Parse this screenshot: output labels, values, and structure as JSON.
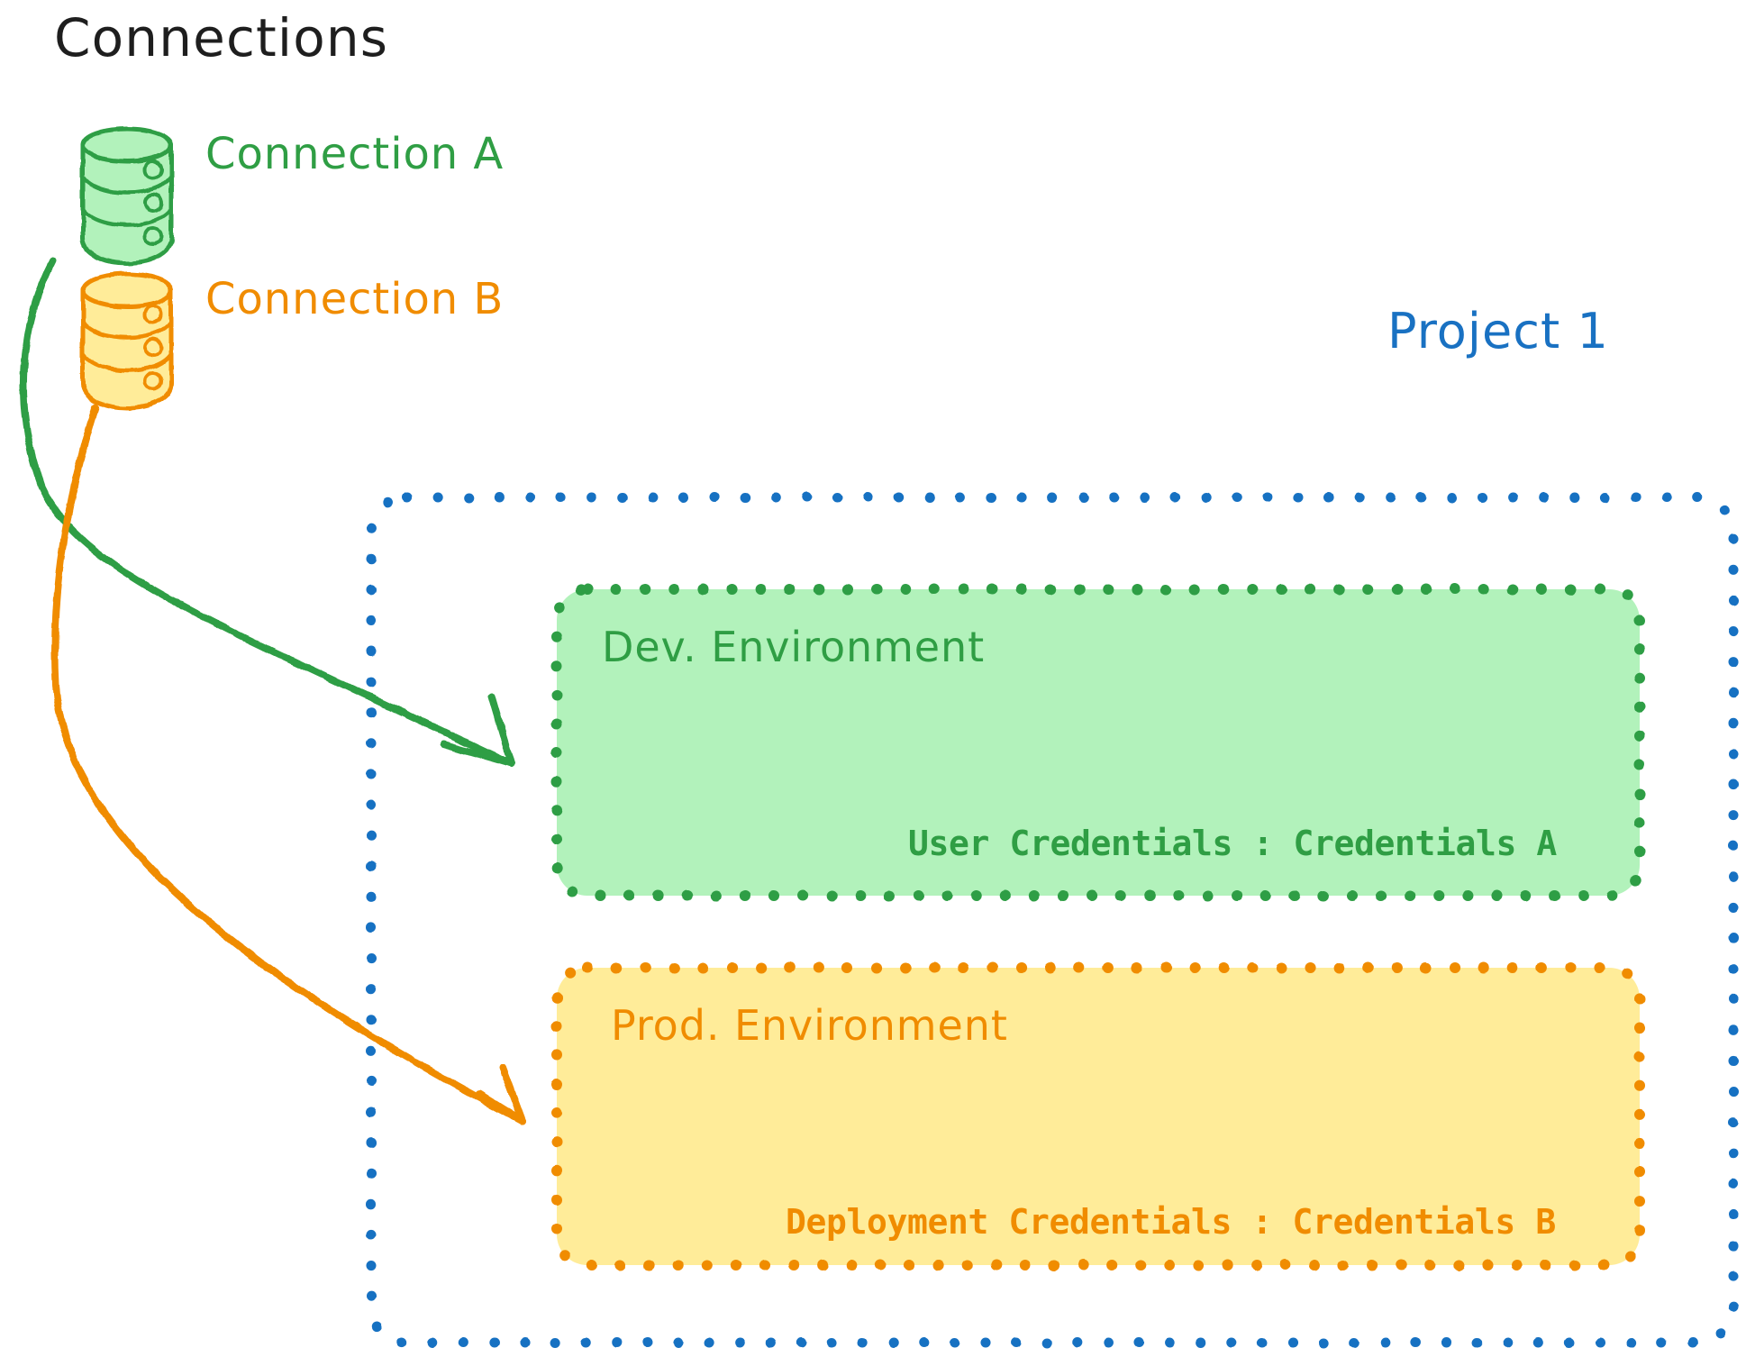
{
  "diagram": {
    "title": "Connections",
    "type": "architecture-diagram",
    "background": "#ffffff"
  },
  "connections": {
    "heading": "Connections",
    "items": [
      {
        "id": "connection-a",
        "label": "Connection A",
        "icon": "database-cylinder-icon",
        "color": "#2f9e44",
        "fill": "#b2f2bb"
      },
      {
        "id": "connection-b",
        "label": "Connection B",
        "icon": "database-cylinder-icon",
        "color": "#f08c00",
        "fill": "#ffec99"
      }
    ]
  },
  "project": {
    "label": "Project 1",
    "color": "#1971c2",
    "border_style": "dotted",
    "environments": [
      {
        "id": "dev-environment",
        "title": "Dev. Environment",
        "credentials_label": "User Credentials : Credentials A",
        "color": "#2f9e44",
        "fill": "#b2f2bb",
        "border_style": "dotted",
        "source_connection": "Connection A"
      },
      {
        "id": "prod-environment",
        "title": "Prod. Environment",
        "credentials_label": "Deployment Credentials : Credentials B",
        "color": "#f08c00",
        "fill": "#ffec99",
        "border_style": "dotted",
        "source_connection": "Connection B"
      }
    ]
  },
  "arrows": [
    {
      "id": "arrow-connection-a-to-dev",
      "from": "connection-a",
      "to": "dev-environment",
      "color": "#2f9e44"
    },
    {
      "id": "arrow-connection-b-to-prod",
      "from": "connection-b",
      "to": "prod-environment",
      "color": "#f08c00"
    }
  ],
  "colors": {
    "green_stroke": "#2f9e44",
    "green_fill": "#b2f2bb",
    "orange_stroke": "#f08c00",
    "orange_fill": "#ffec99",
    "blue_stroke": "#1971c2",
    "text_dark": "#1e1e1e"
  }
}
